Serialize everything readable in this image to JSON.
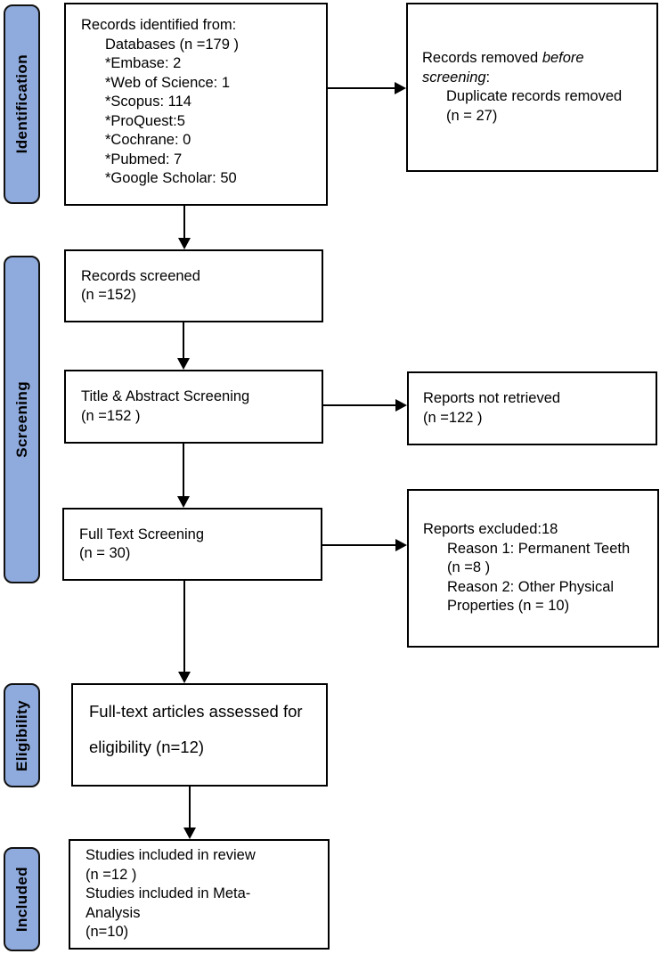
{
  "diagram": {
    "kind": "PRISMA systematic review flow diagram"
  },
  "colors": {
    "stage_fill": "#8FAADC",
    "stage_border": "#111111",
    "box_border": "#000000",
    "arrow": "#000000",
    "background": "#FFFFFF",
    "text": "#000000"
  },
  "stages": [
    {
      "label": "Identification"
    },
    {
      "label": "Screening"
    },
    {
      "label": "Eligibility"
    },
    {
      "label": "Included"
    }
  ],
  "boxes": {
    "records_identified": {
      "title": "Records identified from:",
      "lines": [
        "Databases (n =179 )",
        "*Embase: 2",
        "*Web of Science: 1",
        "*Scopus: 114",
        "*ProQuest:5",
        "*Cochrane: 0",
        "*Pubmed: 7",
        "*Google Scholar: 50"
      ]
    },
    "records_removed": {
      "prefix": "Records removed ",
      "italic": "before screening",
      "suffix": ":",
      "lines": [
        "Duplicate records removed",
        "(n = 27)"
      ]
    },
    "records_screened": {
      "lines": [
        "Records screened",
        "(n =152)"
      ]
    },
    "title_abstract_screening": {
      "lines": [
        "Title & Abstract Screening",
        "(n =152 )"
      ]
    },
    "reports_not_retrieved": {
      "lines": [
        "Reports not retrieved",
        "(n =122 )"
      ]
    },
    "full_text_screening": {
      "lines": [
        "Full Text Screening",
        "(n = 30)"
      ]
    },
    "reports_excluded": {
      "title": "Reports excluded:18",
      "lines": [
        "Reason 1: Permanent Teeth",
        "(n =8 )",
        "Reason 2: Other Physical",
        "Properties (n = 10)"
      ]
    },
    "fulltext_assessed": {
      "lines": [
        "Full-text articles assessed for",
        "eligibility (n=12)"
      ]
    },
    "studies_included": {
      "lines": [
        "Studies included in review",
        "(n =12 )",
        "Studies included in Meta-",
        "Analysis",
        "(n=10)"
      ]
    }
  }
}
